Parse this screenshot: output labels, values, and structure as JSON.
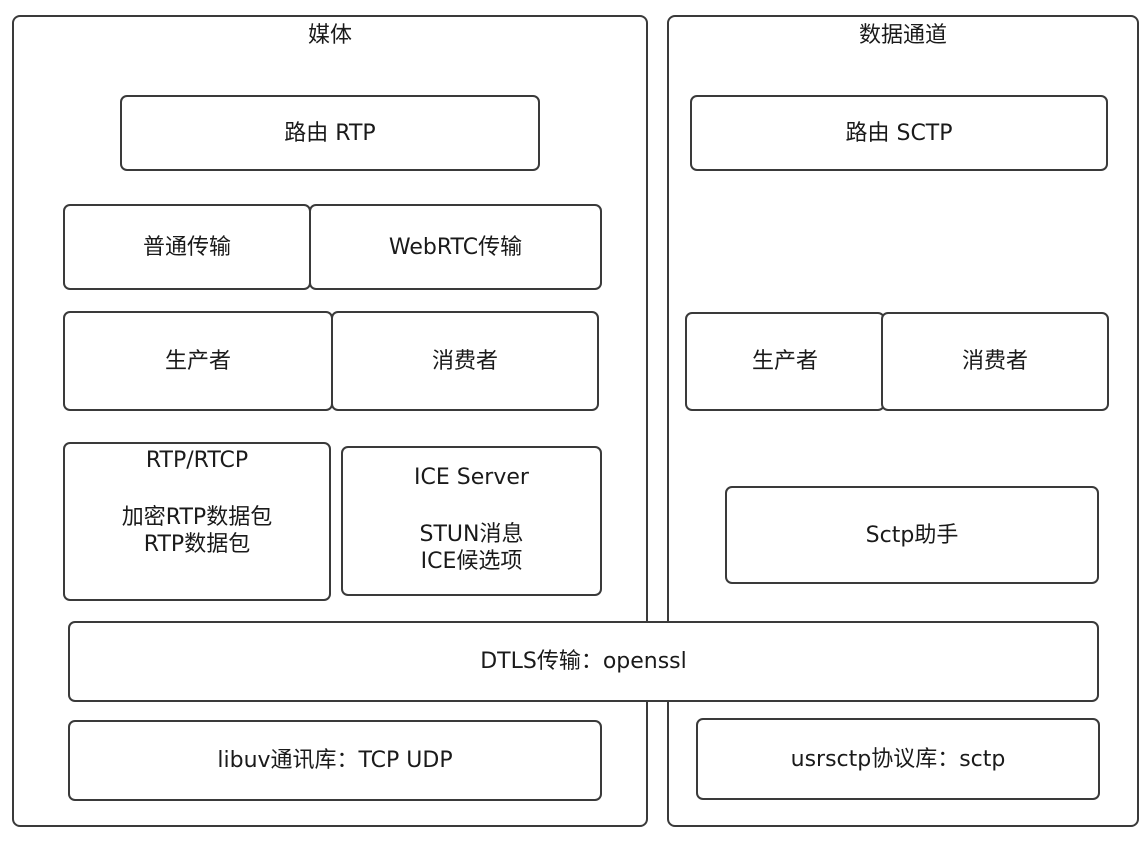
{
  "media": {
    "title": "媒体",
    "route_rtp": "路由 RTP",
    "plain_transport": "普通传输",
    "webrtc_transport": "WebRTC传输",
    "producer": "生产者",
    "consumer": "消费者",
    "rtp_rtcp": {
      "heading": "RTP/RTCP",
      "line1": "加密RTP数据包",
      "line2": "RTP数据包"
    },
    "ice_server": {
      "heading": "ICE Server",
      "line1": "STUN消息",
      "line2": "ICE候选项"
    },
    "libuv": "libuv通讯库：TCP UDP"
  },
  "data_channel": {
    "title": "数据通道",
    "route_sctp": "路由 SCTP",
    "producer": "生产者",
    "consumer": "消费者",
    "sctp_helper": "Sctp助手",
    "usrsctp": "usrsctp协议库：sctp"
  },
  "dtls": "DTLS传输：openssl"
}
